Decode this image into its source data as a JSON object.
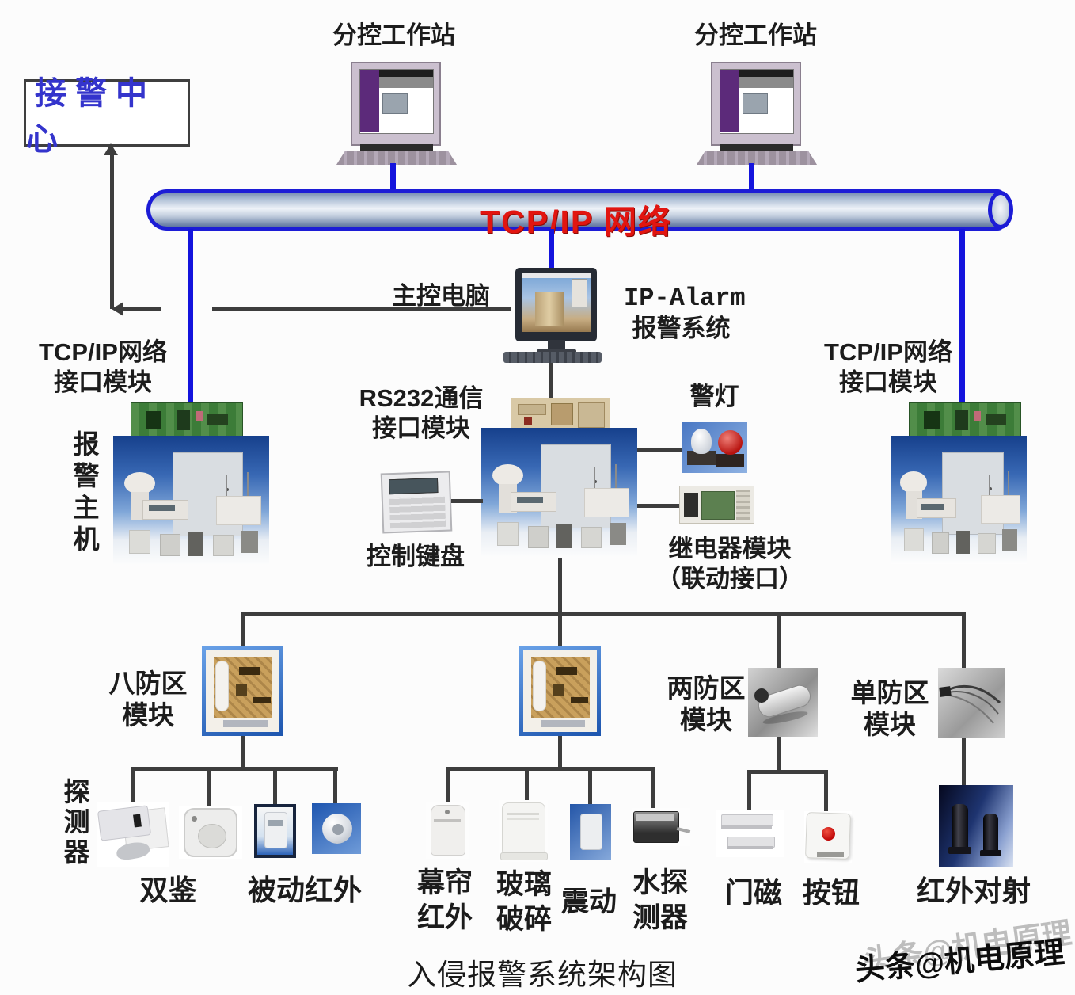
{
  "top": {
    "alarm_center": "接警中心",
    "workstation_left": "分控工作站",
    "workstation_right": "分控工作站"
  },
  "network": {
    "pipe_label": "TCP/IP 网络"
  },
  "center": {
    "main_computer": "主控电脑",
    "ip_alarm_l1": "IP-Alarm",
    "ip_alarm_l2": "报警系统",
    "rs232_l1": "RS232通信",
    "rs232_l2": "接口模块",
    "keypad": "控制键盘",
    "alarm_light": "警灯",
    "relay_l1": "继电器模块",
    "relay_l2": "（联动接口）"
  },
  "left": {
    "tcpip_l1": "TCP/IP网络",
    "tcpip_l2": "接口模块",
    "alarm_host": "报警主机"
  },
  "right": {
    "tcpip_l1": "TCP/IP网络",
    "tcpip_l2": "接口模块"
  },
  "zones": {
    "zone8_l1": "八防区",
    "zone8_l2": "模块",
    "zone2_l1": "两防区",
    "zone2_l2": "模块",
    "zone1_l1": "单防区",
    "zone1_l2": "模块"
  },
  "detectors": {
    "group_label": "探测器",
    "dual": "双鉴",
    "passive_ir": "被动红外",
    "curtain_l1": "幕帘",
    "curtain_l2": "红外",
    "glass_l1": "玻璃",
    "glass_l2": "破碎",
    "vibration": "震动",
    "water_l1": "水探",
    "water_l2": "测器",
    "door_magnet": "门磁",
    "button": "按钮",
    "ir_beam": "红外对射"
  },
  "footer": {
    "caption": "入侵报警系统架构图",
    "watermark": "头条@机电原理"
  },
  "colors": {
    "pipe_border": "#1c1cd6",
    "blue_line": "#1414dd",
    "black_line": "#3d3d3d",
    "network_text": "#e21510",
    "alarm_center_text": "#3434cc"
  }
}
